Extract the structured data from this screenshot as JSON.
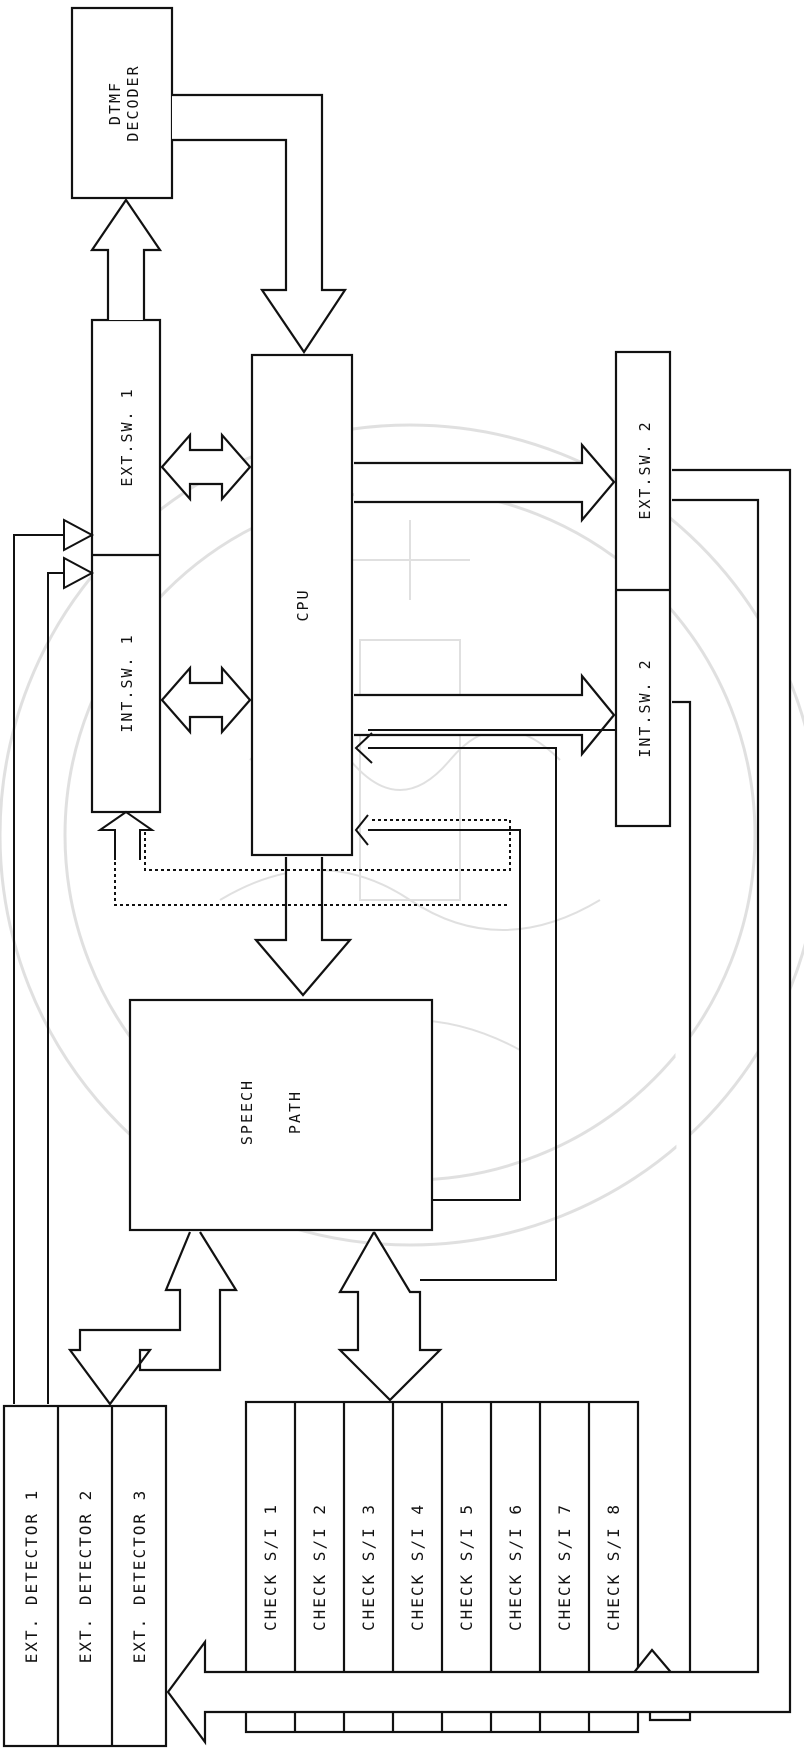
{
  "blocks": {
    "dtmf_decoder": [
      "DTMF",
      "DECODER"
    ],
    "ext_sw_1": "EXT.SW. 1",
    "int_sw_1": "INT.SW. 1",
    "cpu": "CPU",
    "ext_sw_2": "EXT.SW. 2",
    "int_sw_2": "INT.SW. 2",
    "speech_path": [
      "SPEECH",
      "PATH"
    ],
    "detectors": [
      "EXT. DETECTOR 1",
      "EXT. DETECTOR 2",
      "EXT. DETECTOR 3"
    ],
    "checks": [
      "CHECK S/I 1",
      "CHECK S/I 2",
      "CHECK S/I 3",
      "CHECK S/I 4",
      "CHECK S/I 5",
      "CHECK S/I 6",
      "CHECK S/I 7",
      "CHECK S/I 8"
    ]
  }
}
